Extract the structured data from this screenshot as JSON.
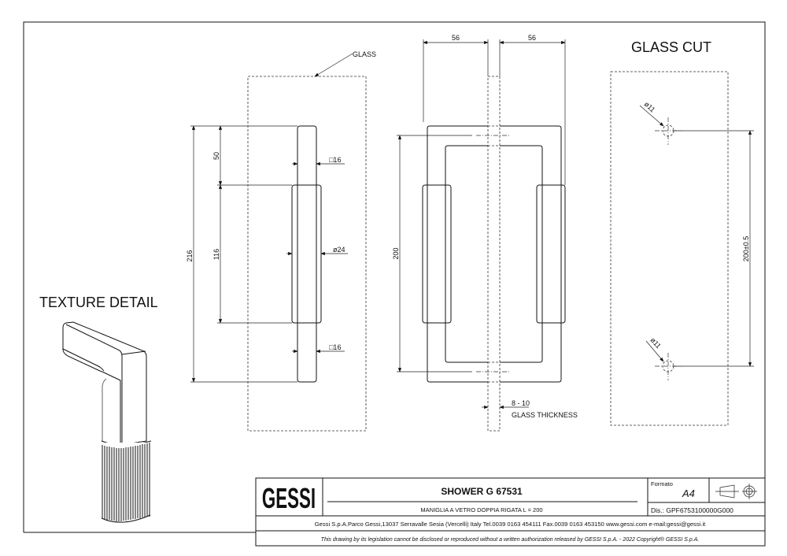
{
  "views": {
    "side": {
      "glass_label": "GLASS",
      "dim_total": "216",
      "dim_top": "50",
      "dim_grip": "116",
      "dim_square_top": "□16",
      "dim_diameter": "ø24",
      "dim_square_bottom": "□16"
    },
    "front": {
      "dim_left_depth": "56",
      "dim_right_depth": "56",
      "dim_center": "200",
      "glass_thickness_value": "8 - 10",
      "glass_thickness_label": "GLASS THICKNESS"
    },
    "glass_cut": {
      "title": "GLASS CUT",
      "hole_top": "ø11",
      "hole_bottom": "ø11",
      "hole_spacing": "200±0.5"
    },
    "texture": {
      "title": "TEXTURE DETAIL"
    }
  },
  "title_block": {
    "logo": "GESSI",
    "product_name": "SHOWER G 67531",
    "description": "MANIGLIA A VETRO DOPPIA RIGATA L = 200",
    "format_label": "Formato",
    "format_value": "A4",
    "drawing_number": "Dis.: GPF6753100000G000",
    "address": "Gessi S.p.A.Parco Gessi,13037 Serravalle Sesia (Vercelli) Italy Tel.0039 0163 454111 Fax.0039 0163 453150 www.gessi.com e-mail:gessi@gessi.it",
    "disclaimer": "This drawing by its legislation cannot be disclosed or reproduced without a written authorization released by GESSI S.p.A. - 2022 Copyright® GESSI S.p.A."
  }
}
